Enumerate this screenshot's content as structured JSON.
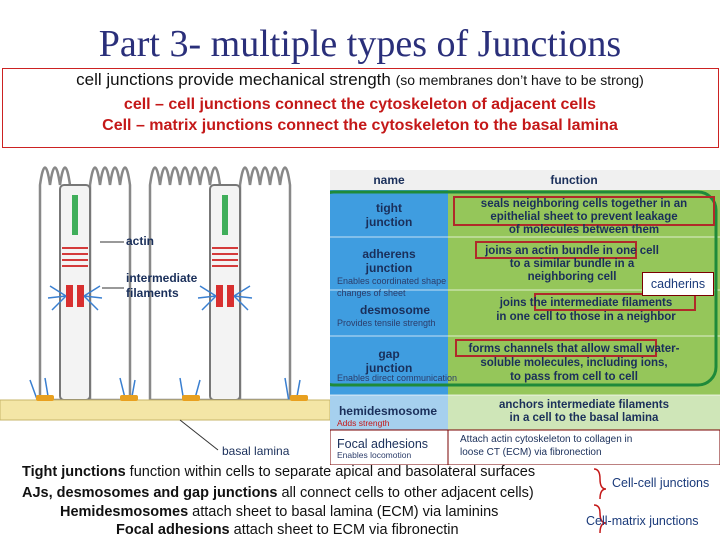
{
  "slide": {
    "title": "Part 3- multiple types of Junctions",
    "intro_main": "cell junctions provide mechanical strength",
    "intro_paren": "(so membranes don’t have to be strong)",
    "cell_cell_line": "cell – cell junctions connect the cytoskeleton of adjacent cells",
    "cell_matrix_line": "Cell – matrix junctions connect the cytoskeleton to the basal lamina"
  },
  "diagram": {
    "actin_label": "actin",
    "if_label_1": "intermediate",
    "if_label_2": "filaments",
    "basal_lamina_label": "basal lamina"
  },
  "table": {
    "header_name": "name",
    "header_function": "function",
    "rows": [
      {
        "name1": "tight",
        "name2": "junction",
        "f1": "seals neighboring cells together in an",
        "f2": "epithelial sheet to prevent leakage",
        "f3": "of molecules between them"
      },
      {
        "name1": "adherens",
        "name2": "junction",
        "f1": "joins an actin bundle in one cell",
        "f2": "to a similar bundle in a",
        "f3": "neighboring cell"
      },
      {
        "name1": "desmosome",
        "name2": "",
        "f1": "joins the intermediate filaments",
        "f2": "in one cell to those in a neighbor",
        "f3": ""
      },
      {
        "name1": "gap",
        "name2": "junction",
        "f1": "forms channels that allow small water-",
        "f2": "soluble molecules, including ions,",
        "f3": "to pass from cell to cell"
      },
      {
        "name1": "hemidesmosome",
        "name2": "",
        "f1": "anchors intermediate filaments",
        "f2": "in a cell to the basal lamina",
        "f3": ""
      }
    ],
    "notes": {
      "adherens": "Enables coordinated shape",
      "adherens2": "changes of sheet",
      "desmosome": "Provides tensile strength",
      "gap": "Enables direct communication",
      "hemi": "Adds strength",
      "focal": "Enables locomotion"
    },
    "focal_name": "Focal adhesions",
    "focal_function_1": "Attach actin cytoskeleton to collagen in",
    "focal_function_2": "loose CT (ECM) via fibronection",
    "cadherins": "cadherins"
  },
  "summary": {
    "l1_bold": "Tight junctions",
    "l1_rest": " function within cells to separate apical and basolateral surfaces",
    "l2_bold": "AJs, desmosomes and gap junctions",
    "l2_rest": " all connect cells to other adjacent cells)",
    "l3_bold": "Hemidesmosomes",
    "l3_rest": " attach sheet to basal lamina (ECM) via laminins",
    "l4_bold": "Focal adhesions",
    "l4_rest": " attach sheet to ECM via fibronectin",
    "brace1": "Cell-cell junctions",
    "brace2": "Cell-matrix junctions"
  },
  "colors": {
    "title": "#2a2f7a",
    "accent_red": "#c41818",
    "name_column": "#3f9de0",
    "function_column": "#95c65a",
    "highlight_green": "#1f8a3a"
  }
}
